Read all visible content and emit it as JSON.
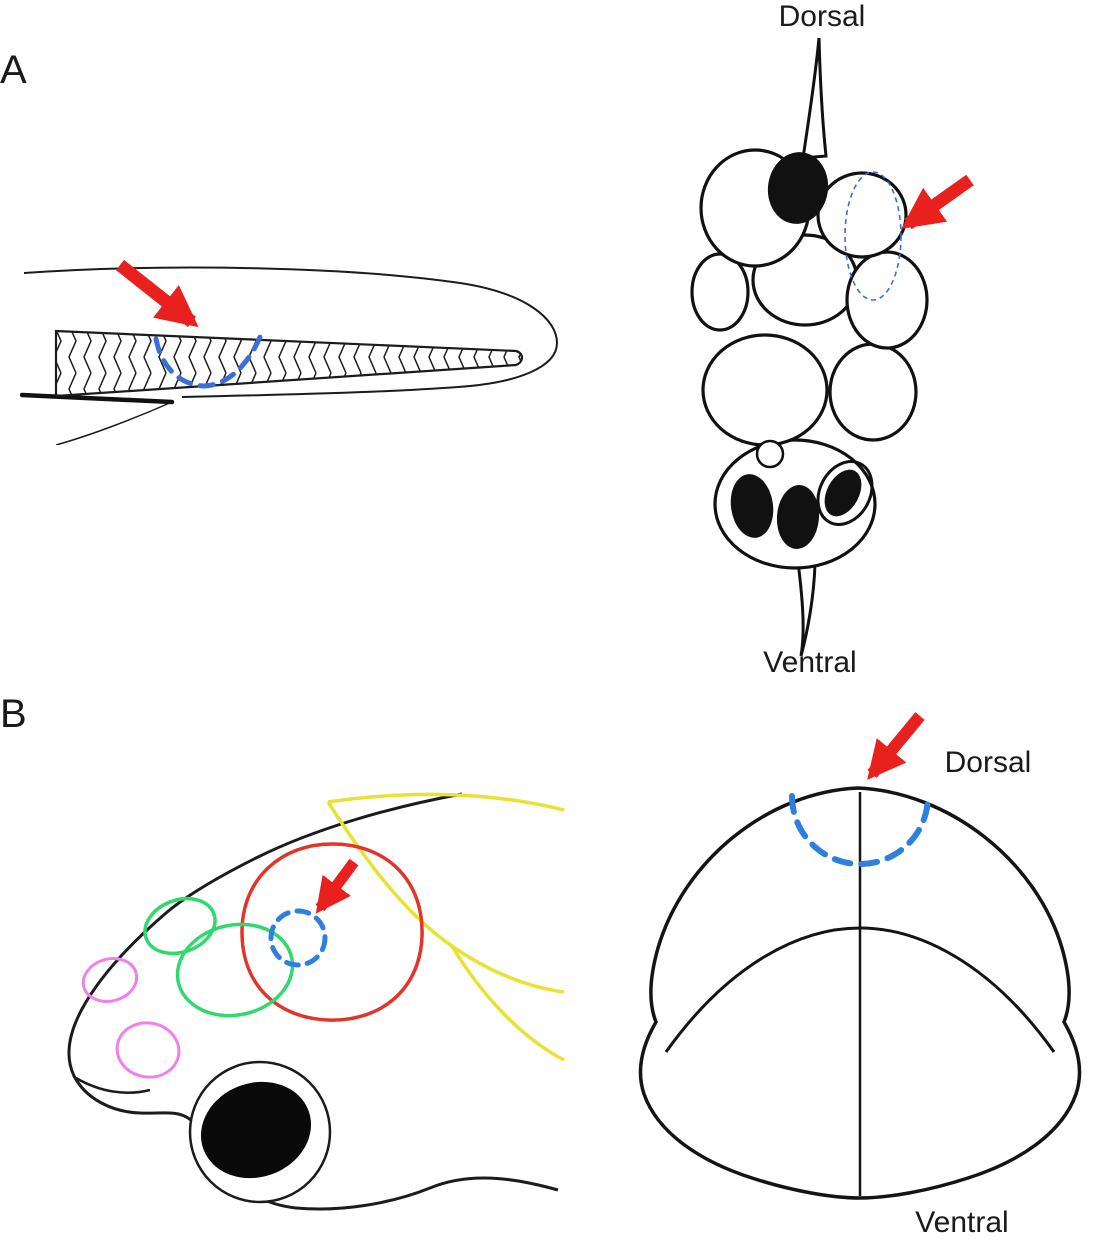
{
  "figure": {
    "panel_a": {
      "label": "A",
      "cross_section": {
        "top_label": "Dorsal",
        "bottom_label": "Ventral"
      }
    },
    "panel_b": {
      "label": "B",
      "cross_section": {
        "top_label": "Dorsal",
        "bottom_label": "Ventral"
      }
    },
    "colors": {
      "arrow_red": "#e8201e",
      "marker_dashed_blue": "#2f7fe0",
      "outline_yellow": "#e9e234",
      "outline_red": "#e2342a",
      "outline_green": "#2fd96e",
      "outline_magenta": "#f080ea",
      "ink_black": "#1a1a1a"
    }
  }
}
